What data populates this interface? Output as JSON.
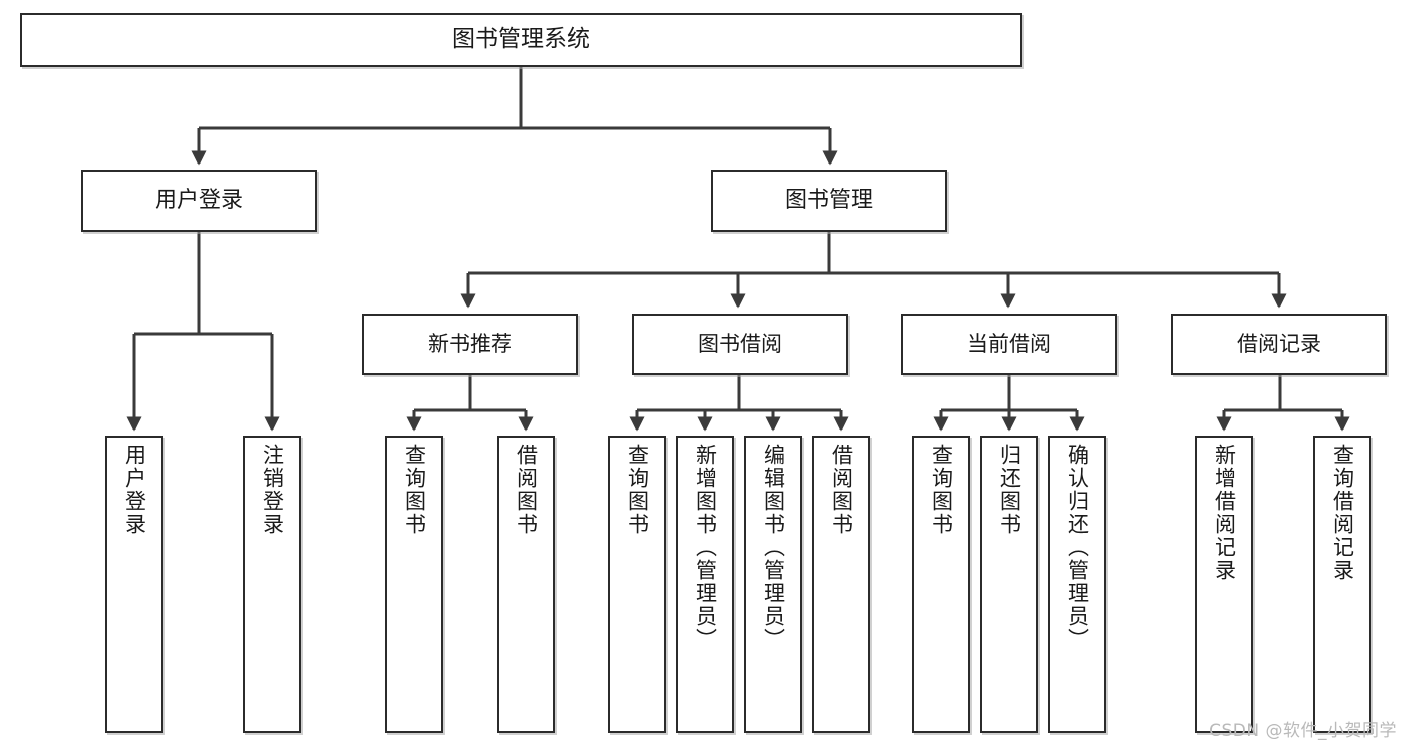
{
  "diagram": {
    "title": "图书管理系统",
    "type": "tree",
    "watermark": "CSDN @软件_小贺同学",
    "colors": {
      "box_border": "#2b2b2b",
      "box_fill": "#ffffff",
      "edge": "#3a3a3a",
      "text": "#1a1a1a",
      "watermark": "#b9b9b9"
    },
    "nodes": {
      "root": {
        "label": "图书管理系统",
        "level": 1
      },
      "level2": [
        {
          "id": "user-login",
          "label": "用户登录"
        },
        {
          "id": "book-manage",
          "label": "图书管理"
        }
      ],
      "level3": [
        {
          "id": "new-book-recommend",
          "label": "新书推荐",
          "parent": "book-manage"
        },
        {
          "id": "book-borrow",
          "label": "图书借阅",
          "parent": "book-manage"
        },
        {
          "id": "current-borrow",
          "label": "当前借阅",
          "parent": "book-manage"
        },
        {
          "id": "borrow-record",
          "label": "借阅记录",
          "parent": "book-manage"
        }
      ],
      "leaves": [
        {
          "id": "leaf-user-login",
          "label": "用户登录",
          "parent": "user-login"
        },
        {
          "id": "leaf-logout",
          "label": "注销登录",
          "parent": "user-login"
        },
        {
          "id": "leaf-query-book-1",
          "label": "查询图书",
          "parent": "new-book-recommend"
        },
        {
          "id": "leaf-borrow-book-1",
          "label": "借阅图书",
          "parent": "new-book-recommend"
        },
        {
          "id": "leaf-query-book-2",
          "label": "查询图书",
          "parent": "book-borrow"
        },
        {
          "id": "leaf-add-book",
          "label": "新增图书（管理员）",
          "parent": "book-borrow"
        },
        {
          "id": "leaf-edit-book",
          "label": "编辑图书（管理员）",
          "parent": "book-borrow"
        },
        {
          "id": "leaf-borrow-book-2",
          "label": "借阅图书",
          "parent": "book-borrow"
        },
        {
          "id": "leaf-query-book-3",
          "label": "查询图书",
          "parent": "current-borrow"
        },
        {
          "id": "leaf-return-book",
          "label": "归还图书",
          "parent": "current-borrow"
        },
        {
          "id": "leaf-confirm-return",
          "label": "确认归还（管理员）",
          "parent": "current-borrow"
        },
        {
          "id": "leaf-add-record",
          "label": "新增借阅记录",
          "parent": "borrow-record"
        },
        {
          "id": "leaf-query-record",
          "label": "查询借阅记录",
          "parent": "borrow-record"
        }
      ]
    }
  }
}
